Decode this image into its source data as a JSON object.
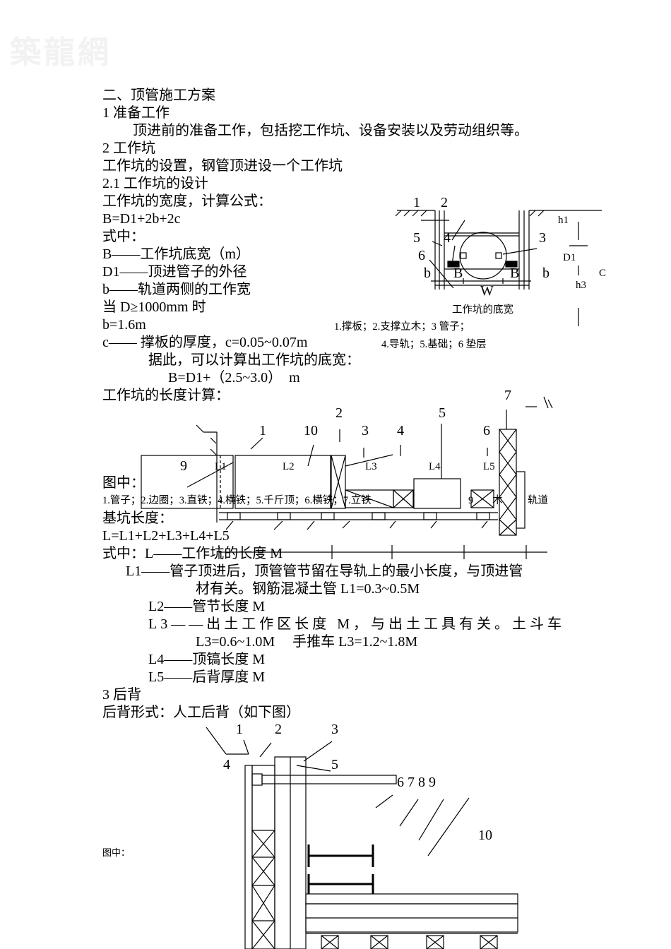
{
  "watermark": "築龍網",
  "doc": {
    "h_section2": "二、顶管施工方案",
    "h_prep": "1 准备工作",
    "p_prep": "顶进前的准备工作，包括挖工作坑、设备安装以及劳动组织等。",
    "h_pit": "2 工作坑",
    "p_pit": "工作坑的设置，钢管顶进设一个工作坑",
    "h_design": "2.1 工作坑的设计",
    "width_formula_intro": "工作坑的宽度，计算公式：",
    "width_formula": "B=D1+2b+2c",
    "where": "式中：",
    "def_B": "B——工作坑底宽（m）",
    "def_D1": "D1——顶进管子的外径",
    "def_b": "b——轨道两侧的工作宽",
    "cond_D": "当 D≥1000mm 时",
    "b_val": "b=1.6m",
    "def_c": "c—— 撑板的厚度，c=0.05~0.07m",
    "accordingly": "据此，可以计算出工作坑的底宽：",
    "B_result": "B=D1+（2.5~3.0）　m",
    "length_calc": "工作坑的长度计算：",
    "fig_in": "图中：",
    "fig2_legend_a": "1.管子；2.边圈；3.直铁；4.横铁；5.千斤顶；6.横铁；7.立铁",
    "fig2_legend_b": "9",
    "fig2_legend_c": "木",
    "fig2_legend_d": "轨道",
    "pit_len": "基坑长度：",
    "L_formula": "L=L1+L2+L3+L4+L5",
    "def_L": "式中：L——工作坑的长度 M",
    "def_L1_a": "L1——管子顶进后，顶管管节留在导轨上的最小长度，与顶进管",
    "def_L1_b": "材有关。钢筋混凝土管 L1=0.3~0.5M",
    "def_L2": "L2——管节长度 M",
    "def_L3_a": "L3——出土工作区长度 M，与出土工具有关。土斗车",
    "def_L3_b": "L3=0.6~1.0M　 手推车  L3=1.2~1.8M",
    "def_L4": "L4——顶镐长度 M",
    "def_L5": "L5——后背厚度 M",
    "h_back": "3 后背",
    "back_form": "后背形式：人工后背（如下图）",
    "fig3_in": "图中："
  },
  "fig1": {
    "n1": "1",
    "n2": "2",
    "n3": "3",
    "n4": "4",
    "n5": "5",
    "n6": "6",
    "b_left": "b",
    "B_left": "B",
    "B_right": "B",
    "b_right": "b",
    "W": "W",
    "h1": "h1",
    "D1": "D1",
    "h3": "h3",
    "C": "C",
    "caption": "工作坑的底宽",
    "legend1": "1.撑板；2.支撑立木；3 管子；",
    "legend2": "4.导轨；5.基础；6 垫层"
  },
  "fig2": {
    "n1": "1",
    "n2": "2",
    "n3": "3",
    "n4": "4",
    "n5": "5",
    "n6": "6",
    "n7": "7",
    "n9": "9",
    "n10": "10",
    "L1": "L1",
    "L2": "L2",
    "L3": "L3",
    "L4": "L4",
    "L5": "L5"
  },
  "fig3": {
    "n1": "1",
    "n2": "2",
    "n3": "3",
    "n4": "4",
    "n5": "5",
    "n6789": "6  7  8  9",
    "n10": "10"
  }
}
